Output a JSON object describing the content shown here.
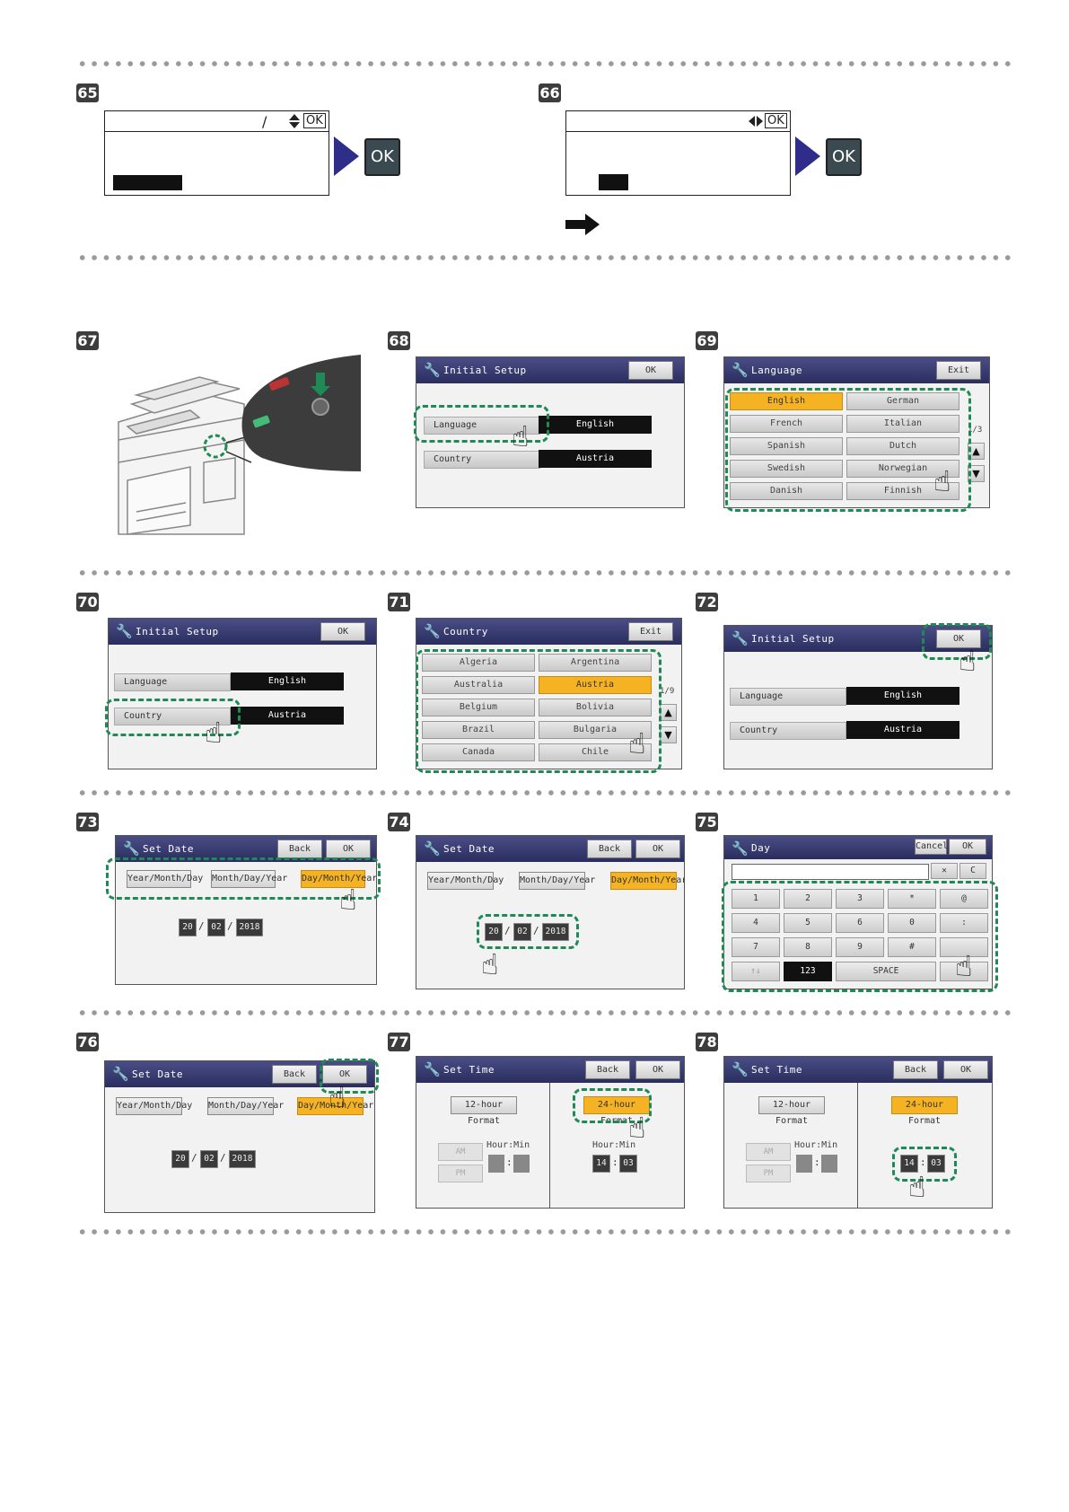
{
  "steps": {
    "s65": "65",
    "s66": "66",
    "s67": "67",
    "s68": "68",
    "s69": "69",
    "s70": "70",
    "s71": "71",
    "s72": "72",
    "s73": "73",
    "s74": "74",
    "s75": "75",
    "s76": "76",
    "s77": "77",
    "s78": "78"
  },
  "lcd": {
    "slash": "/",
    "ok_small": "OK",
    "ok_key": "OK",
    "updown_icon": "up-down-arrows-icon",
    "leftright_icon": "left-right-arrows-icon"
  },
  "initial_setup": {
    "title": "Initial Setup",
    "ok": "OK",
    "language_label": "Language",
    "language_value": "English",
    "country_label": "Country",
    "country_value": "Austria"
  },
  "language_screen": {
    "title": "Language",
    "exit": "Exit",
    "pager": "1/3",
    "items": [
      "English",
      "German",
      "French",
      "Italian",
      "Spanish",
      "Dutch",
      "Swedish",
      "Norwegian",
      "Danish",
      "Finnish"
    ],
    "selected": "English"
  },
  "country_screen": {
    "title": "Country",
    "exit": "Exit",
    "pager": "1/9",
    "items": [
      "Algeria",
      "Argentina",
      "Australia",
      "Austria",
      "Belgium",
      "Bolivia",
      "Brazil",
      "Bulgaria",
      "Canada",
      "Chile"
    ],
    "selected": "Austria"
  },
  "set_date": {
    "title": "Set Date",
    "back": "Back",
    "ok": "OK",
    "formats": [
      "Year/Month/Day",
      "Month/Day/Year",
      "Day/Month/Year"
    ],
    "selected_format": "Day/Month/Year",
    "day": "20",
    "month": "02",
    "year": "2018",
    "sep": "/"
  },
  "day_keypad": {
    "title": "Day",
    "cancel": "Cancel",
    "ok": "OK",
    "c": "C",
    "rows": [
      [
        "1",
        "2",
        "3",
        "*",
        "@"
      ],
      [
        "4",
        "5",
        "6",
        "0",
        ":"
      ],
      [
        "7",
        "8",
        "9",
        "#",
        ""
      ]
    ],
    "shift": "↑↓",
    "mode": "123",
    "space": "SPACE"
  },
  "set_time": {
    "title": "Set Time",
    "back": "Back",
    "ok": "OK",
    "fmt12": "12-hour Format",
    "fmt24": "24-hour Format",
    "am": "AM",
    "pm": "PM",
    "hourmin": "Hour:Min",
    "hour": "14",
    "minute": "03",
    "colon": ":"
  }
}
